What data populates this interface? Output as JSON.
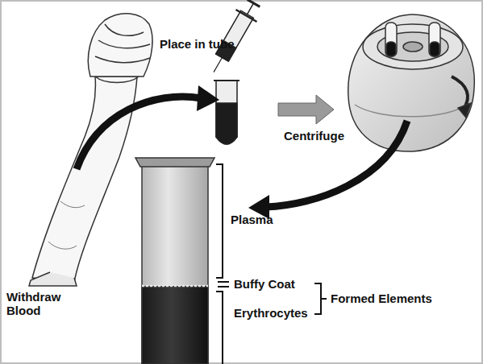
{
  "diagram": {
    "labels": [
      "Withdraw Blood",
      "Place in tube",
      "Centrifuge",
      "Plasma",
      "Buffy Coat",
      "Erythrocytes",
      "Formed Elements"
    ]
  }
}
